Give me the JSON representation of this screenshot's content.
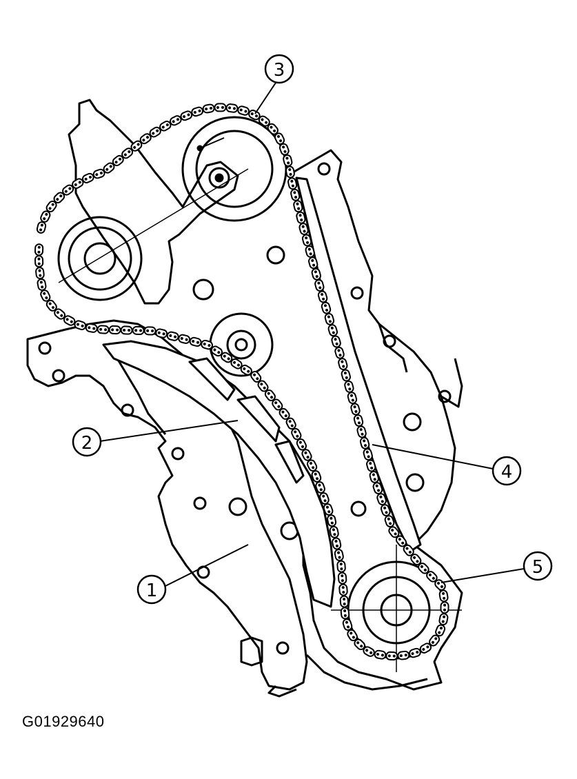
{
  "figure_id": "G01929640",
  "callouts": [
    {
      "number": "1"
    },
    {
      "number": "2"
    },
    {
      "number": "3"
    },
    {
      "number": "4"
    },
    {
      "number": "5"
    }
  ]
}
